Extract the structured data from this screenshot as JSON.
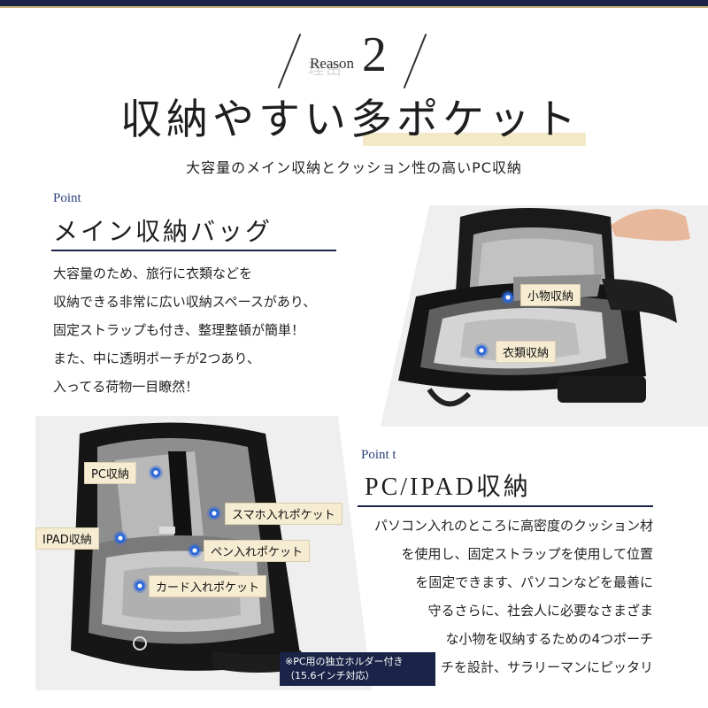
{
  "header": {
    "reason_word": "Reason",
    "reason_ghost": "理由",
    "reason_number": "2",
    "title": "収納やすい多ポケット",
    "subtitle": "大容量のメイン収納とクッション性の高いPC収納"
  },
  "point1": {
    "label": "Point",
    "title": "メイン収納バッグ",
    "lines": [
      "大容量のため、旅行に衣類などを",
      "収納できる非常に広い収納スペースがあり、",
      "固定ストラップも付き、整理整頓が簡単！",
      "また、中に透明ポーチが2つあり、",
      "入ってる荷物一目瞭然！"
    ],
    "tags": [
      "小物収納",
      "衣類収納"
    ]
  },
  "point2": {
    "label": "Point t",
    "title": "PC/IPAD収納",
    "lines": [
      "パソコン入れのところに高密度のクッション材",
      "を使用し、固定ストラップを使用して位置",
      "を固定できます、パソコンなどを最善に",
      "守るさらに、社会人に必要なさまざま",
      "な小物を収納するための4つポーチ",
      "チを設計、サラリーマンにピッタリ"
    ],
    "tags": [
      "PC収納",
      "スマホ入れポケット",
      "IPAD収納",
      "ペン入れポケット",
      "カード入れポケット"
    ],
    "note": [
      "※PC用の独立ホルダー付き",
      "（15.6インチ対応）"
    ]
  },
  "colors": {
    "navy": "#1b2448",
    "gold": "#c9b57a",
    "tag_bg": "#f5ecd2",
    "dot": "#2a66d8"
  }
}
